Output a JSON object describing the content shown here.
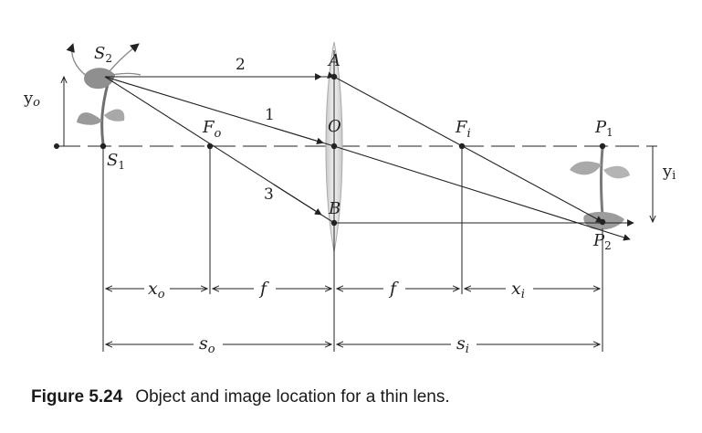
{
  "points": {
    "s1": "S",
    "s1_sub": "1",
    "s2": "S",
    "s2_sub": "2",
    "fo": "F",
    "fo_sub": "o",
    "fi": "F",
    "fi_sub": "i",
    "a": "A",
    "o": "O",
    "b": "B",
    "p1": "P",
    "p1_sub": "1",
    "p2": "P",
    "p2_sub": "2"
  },
  "rays": {
    "r1": "1",
    "r2": "2",
    "r3": "3"
  },
  "heights": {
    "yo": "y",
    "yo_sub": "o",
    "yi": "y",
    "yi_sub": "i"
  },
  "distances": {
    "xo": "x",
    "xo_sub": "o",
    "f_left": "f",
    "f_right": "f",
    "xi": "x",
    "xi_sub": "i",
    "so": "s",
    "so_sub": "o",
    "si": "s",
    "si_sub": "i"
  },
  "caption": {
    "number": "Figure 5.24",
    "text": "Object and image location for a thin lens."
  },
  "colors": {
    "ink": "#222222",
    "lens": "#d4d4d4",
    "flower": "#8a8a8a"
  }
}
